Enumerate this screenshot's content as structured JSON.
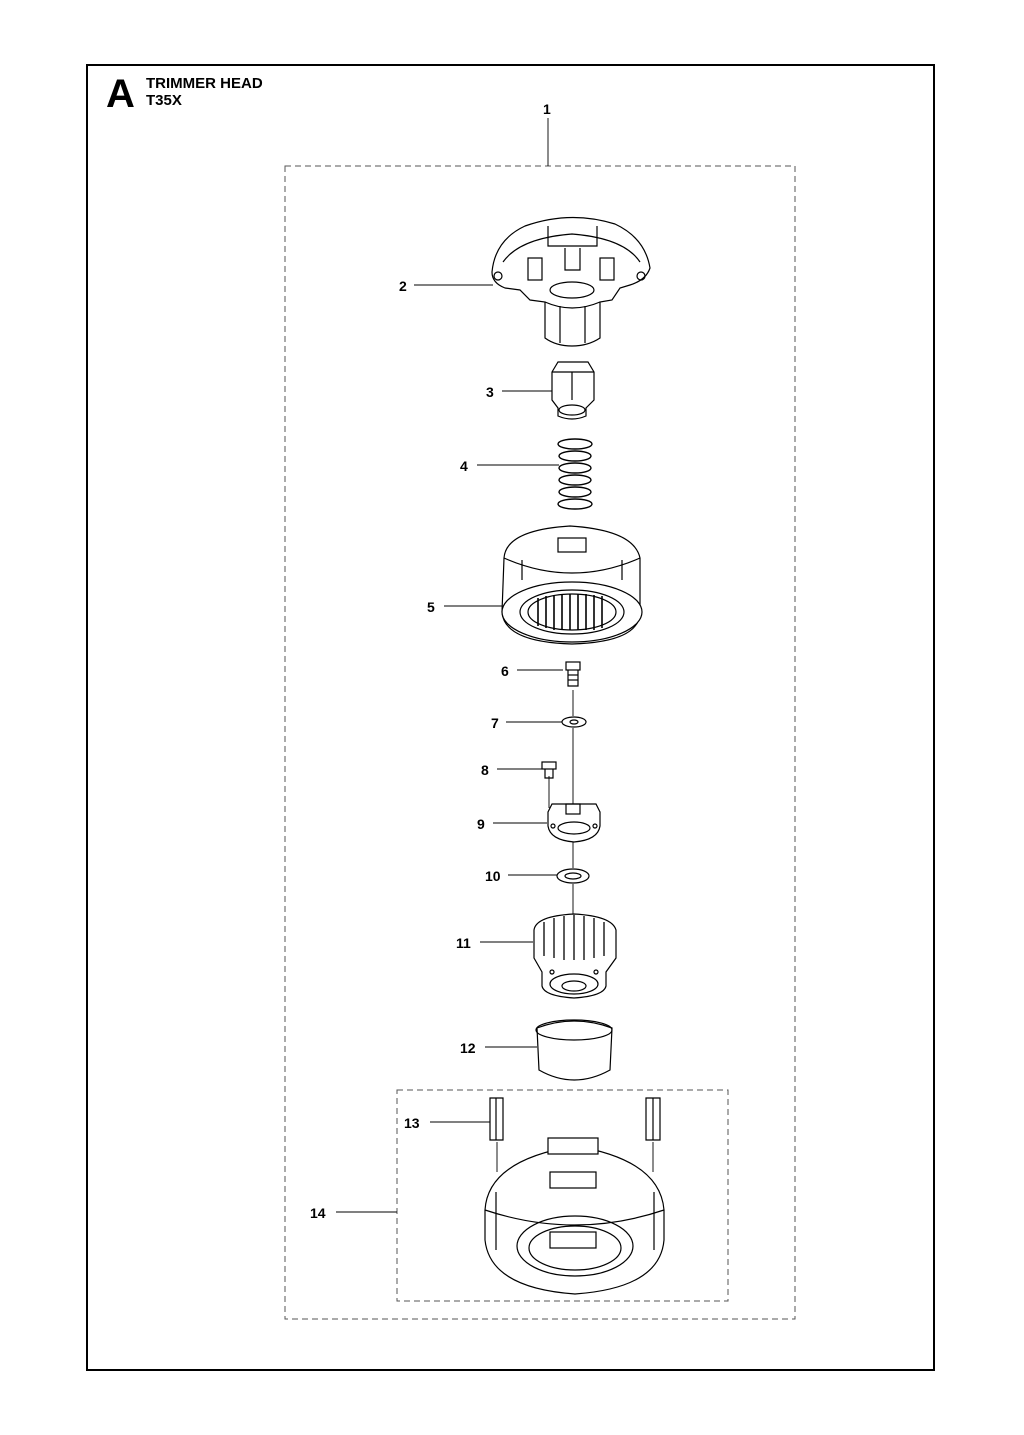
{
  "section": {
    "letter": "A",
    "title": "TRIMMER HEAD",
    "model": "T35X"
  },
  "callouts": [
    "1",
    "2",
    "3",
    "4",
    "5",
    "6",
    "7",
    "8",
    "9",
    "10",
    "11",
    "12",
    "13",
    "14"
  ],
  "colors": {
    "line": "#000000",
    "fill": "#ffffff",
    "shade": "#888888"
  }
}
